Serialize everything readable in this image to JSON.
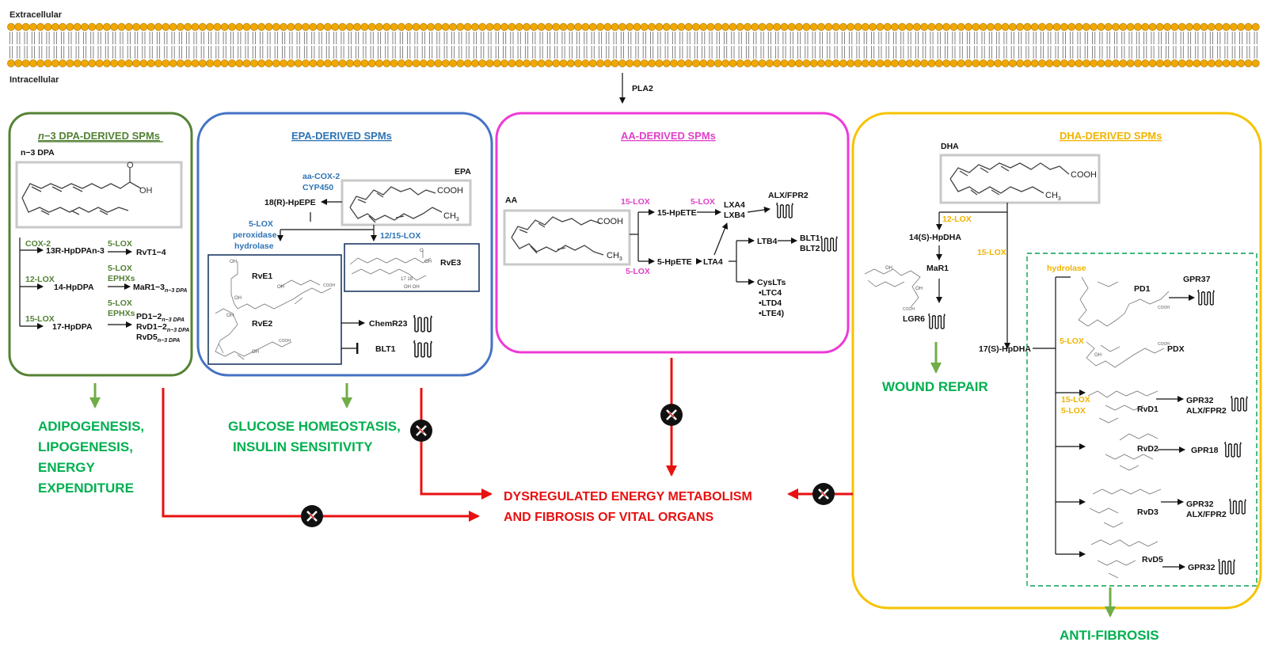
{
  "membrane": {
    "top_label": "Extracellular",
    "bottom_label": "Intracellular",
    "enzyme": "PLA2"
  },
  "colors": {
    "dpa": "#538135",
    "epa": "#4472c4",
    "aa": "#ee3ad6",
    "dha": "#f5c300",
    "outcome_green": "#00b050",
    "outcome_red": "#e81010",
    "lipid_head": "#f0a800"
  },
  "dpa": {
    "title_prefix": "n",
    "title_rest": "−3 DPA-DERIVED SPMs",
    "precursor": "n−3 DPA",
    "acid": "OH",
    "rows": [
      {
        "enzyme": "COX-2",
        "intermediate": "13R-HpDPAn-3",
        "enzyme2": "5-LOX",
        "product": "RvT1−4"
      },
      {
        "enzyme": "12-LOX",
        "intermediate": "14-HpDPA",
        "enzyme2": "5-LOX",
        "enzyme2b": "EPHXs",
        "product": "MaR1−3",
        "product_sub": "n−3 DPA"
      },
      {
        "enzyme": "15-LOX",
        "intermediate": "17-HpDPA",
        "enzyme2": "5-LOX",
        "enzyme2b": "EPHXs",
        "products": [
          {
            "main": "PD1−2",
            "sub": "n−3 DPA"
          },
          {
            "main": "RvD1−2",
            "sub": "n−3 DPA"
          },
          {
            "main": "RvD5",
            "sub": "n−3 DPA"
          }
        ]
      }
    ],
    "outcome": [
      "ADIPOGENESIS,",
      "LIPOGENESIS,",
      "ENERGY",
      "EXPENDITURE"
    ]
  },
  "epa": {
    "title": "EPA-DERIVED SPMs",
    "precursor": "EPA",
    "cooh": "COOH",
    "ch3": "CH",
    "enz_top": [
      "aa-COX-2",
      "CYP450"
    ],
    "intermediate": "18(R)-HpEPE",
    "enz_left": [
      "5-LOX",
      "peroxidase",
      "hydrolase"
    ],
    "enz_right": "12/15-LOX",
    "rve1": "RvE1",
    "rve2": "RvE2",
    "rve3": "RvE3",
    "receptor1": "ChemR23",
    "receptor2": "BLT1",
    "outcome": [
      "GLUCOSE HOMEOSTASIS,",
      "INSULIN SENSITIVITY"
    ]
  },
  "aa": {
    "title": "AA-DERIVED SPMs",
    "precursor": "AA",
    "cooh": "COOH",
    "ch3": "CH",
    "enz_15lox": "15-LOX",
    "enz_5lox_a": "5-LOX",
    "enz_5lox_b": "5-LOX",
    "hpete15": "15-HpETE",
    "hpete5": "5-HpETE",
    "lxa4": "LXA4",
    "lxb4": "LXB4",
    "alx": "ALX/FPR2",
    "lta4": "LTA4",
    "ltb4": "LTB4",
    "blt1": "BLT1",
    "blt2": "BLT2",
    "cyslts": [
      "CysLTs",
      "•LTC4",
      "•LTD4",
      "•LTE4)"
    ]
  },
  "dha": {
    "title": "DHA-DERIVED SPMs",
    "precursor": "DHA",
    "cooh": "COOH",
    "ch3": "CH",
    "lox12": "12-LOX",
    "hpdha14": "14(S)-HpDHA",
    "mar1": "MaR1",
    "lgr6": "LGR6",
    "lox15": "15-LOX",
    "hpdha17": "17(S)-HpDHA",
    "hydrolase": "hydrolase",
    "pd1": "PD1",
    "gpr37": "GPR37",
    "lox5": "5-LOX",
    "pdx": "PDX",
    "lox15b": "15-LOX",
    "lox5b": "5-LOX",
    "rvd1": "RvD1",
    "rvd1_rec": [
      "GPR32",
      "ALX/FPR2"
    ],
    "rvd2": "RvD2",
    "rvd2_rec": "GPR18",
    "rvd3": "RvD3",
    "rvd3_rec": [
      "GPR32",
      "ALX/FPR2"
    ],
    "rvd5": "RvD5",
    "rvd5_rec": "GPR32",
    "wound": "WOUND REPAIR",
    "anti": "ANTI-FIBROSIS"
  },
  "central": [
    "DYSREGULATED ENERGY METABOLISM",
    "AND FIBROSIS OF VITAL ORGANS"
  ]
}
